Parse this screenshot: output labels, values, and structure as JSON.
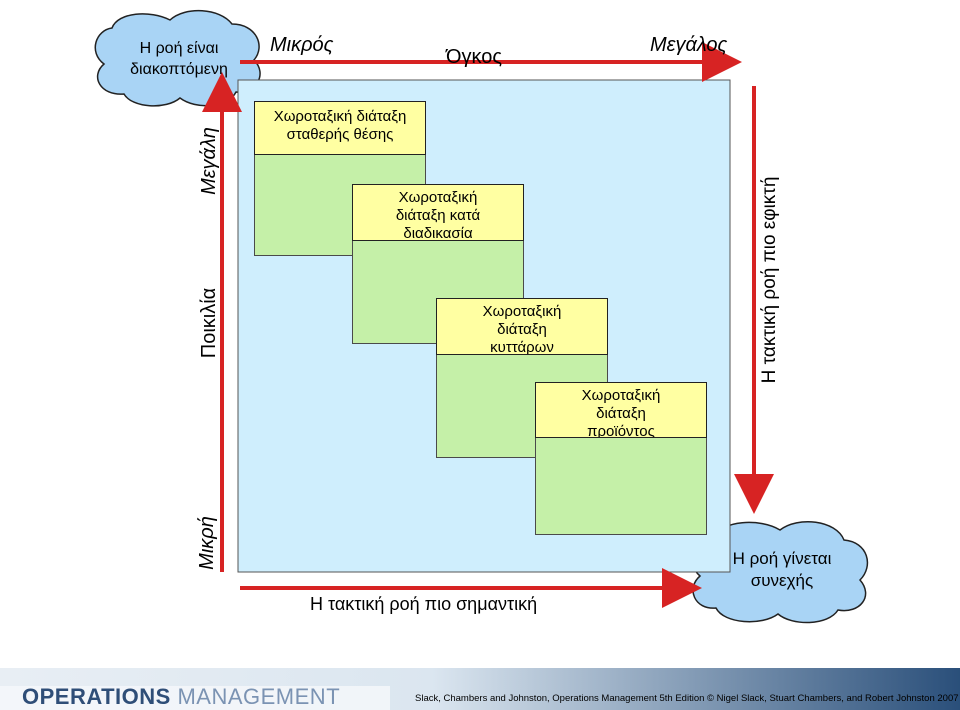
{
  "clouds": {
    "top_left": [
      "Η ροή είναι",
      "διακοπτόμενη"
    ],
    "bottom_right": [
      "Η ροή γίνεται",
      "συνεχής"
    ]
  },
  "top_axis": {
    "left": "Μικρός",
    "center": "Όγκος",
    "right": "Μεγάλος"
  },
  "left_axis": {
    "top": "Μεγάλη",
    "center": "Ποικιλία",
    "bottom": "Μικρή"
  },
  "right_axis_label": "Η τακτική ροή πιο εφικτή",
  "bottom_axis_label": "Η τακτική ροή πιο σημαντική",
  "layouts": [
    [
      "Χωροταξική διάταξη",
      "σταθερής θέσης"
    ],
    [
      "Χωροταξική",
      "διάταξη κατά",
      "διαδικασία"
    ],
    [
      "Χωροταξική",
      "διάταξη",
      "κυττάρων"
    ],
    [
      "Χωροταξική",
      "διάταξη",
      "προϊόντος"
    ]
  ],
  "footer": {
    "logo_bold": "OPERATIONS",
    "logo_light": "MANAGEMENT",
    "credit": "Slack, Chambers and Johnston, Operations Management 5th Edition © Nigel Slack, Stuart Chambers, and Robert Johnston 2007"
  },
  "colors": {
    "arrow": "#d72323",
    "matrix_fill": "#cfeefd",
    "box_body": "#c5f0a8",
    "box_head": "#ffffa2",
    "cloud": "#a9d4f5",
    "footer": "#2a4f7a"
  }
}
